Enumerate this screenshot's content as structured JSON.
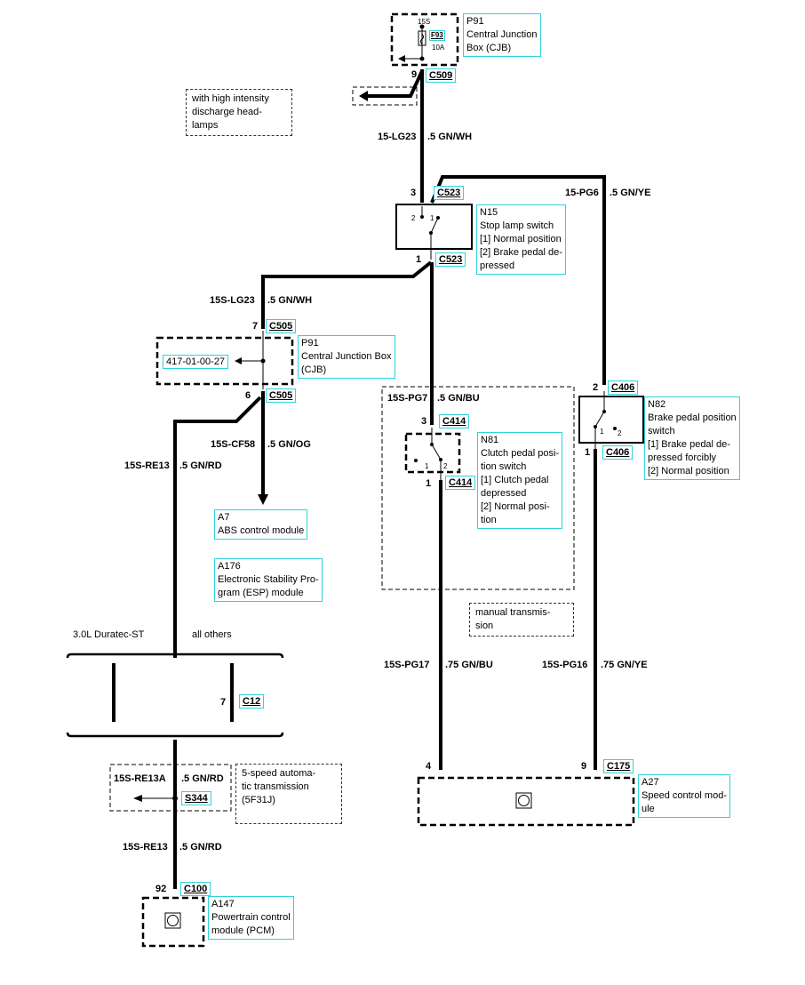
{
  "components": {
    "p91_top": {
      "id": "P91",
      "name": "Central Junction Box (CJB)",
      "text": "P91\nCentral Junction\nBox (CJB)",
      "fuse": "F93",
      "fuse_rating": "10A",
      "supply": "15S"
    },
    "n15": {
      "text": "N15\nStop lamp switch\n[1] Normal position\n[2] Brake pedal de-\npressed"
    },
    "p91_mid": {
      "text": "P91\nCentral Junction Box\n(CJB)",
      "ref": "417-01-00-27"
    },
    "n81": {
      "text": "N81\nClutch pedal posi-\ntion switch\n[1] Clutch pedal\ndepressed\n[2] Normal posi-\ntion"
    },
    "n82": {
      "text": "N82\nBrake pedal position\nswitch\n[1] Brake pedal de-\npressed forcibly\n[2] Normal position"
    },
    "a7": {
      "text": "A7\nABS control module"
    },
    "a176": {
      "text": "A176\nElectronic Stability Pro-\ngram (ESP) module"
    },
    "a27": {
      "text": "A27\nSpeed control mod-\nule"
    },
    "a147": {
      "text": "A147\nPowertrain control\nmodule (PCM)"
    }
  },
  "connectors": {
    "c509": "C509",
    "c523_top": "C523",
    "c523_bot": "C523",
    "c505_top": "C505",
    "c505_bot": "C505",
    "c414_top": "C414",
    "c414_bot": "C414",
    "c406_top": "C406",
    "c406_bot": "C406",
    "c12": "C12",
    "s344": "S344",
    "c100": "C100",
    "c175": "C175"
  },
  "pins": {
    "c509": "9",
    "c523_top": "3",
    "c523_bot": "1",
    "c505_top": "7",
    "c505_bot": "6",
    "c414_top": "3",
    "c414_bot": "1",
    "c406_top": "2",
    "c406_bot": "1",
    "c12": "7",
    "c100": "92",
    "a27_4": "4",
    "c175": "9",
    "n15_sw1": "1",
    "n15_sw2": "2",
    "n81_sw1": "1",
    "n81_sw2": "2",
    "n82_sw1": "1",
    "n82_sw2": "2"
  },
  "wires": {
    "w1": {
      "circuit": "15-LG23",
      "spec": ".5 GN/WH"
    },
    "w2": {
      "circuit": "15-PG6",
      "spec": ".5 GN/YE"
    },
    "w3": {
      "circuit": "15S-LG23",
      "spec": ".5 GN/WH"
    },
    "w4": {
      "circuit": "15S-PG7",
      "spec": ".5 GN/BU"
    },
    "w5": {
      "circuit": "15S-CF58",
      "spec": ".5 GN/OG"
    },
    "w6": {
      "circuit": "15S-RE13",
      "spec": ".5 GN/RD"
    },
    "w7": {
      "circuit": "15S-PG17",
      "spec": ".75 GN/BU"
    },
    "w8": {
      "circuit": "15S-PG16",
      "spec": ".75 GN/YE"
    },
    "w9": {
      "circuit": "15S-RE13A",
      "spec": ".5 GN/RD"
    },
    "w10": {
      "circuit": "15S-RE13",
      "spec": ".5 GN/RD"
    }
  },
  "notes": {
    "hid": "with high intensity\ndischarge head-\nlamps",
    "manual": "manual transmis-\nsion",
    "auto": "5-speed automa-\ntic transmission\n(5F31J)",
    "variant_left": "3.0L Duratec-ST",
    "variant_right": "all others"
  }
}
